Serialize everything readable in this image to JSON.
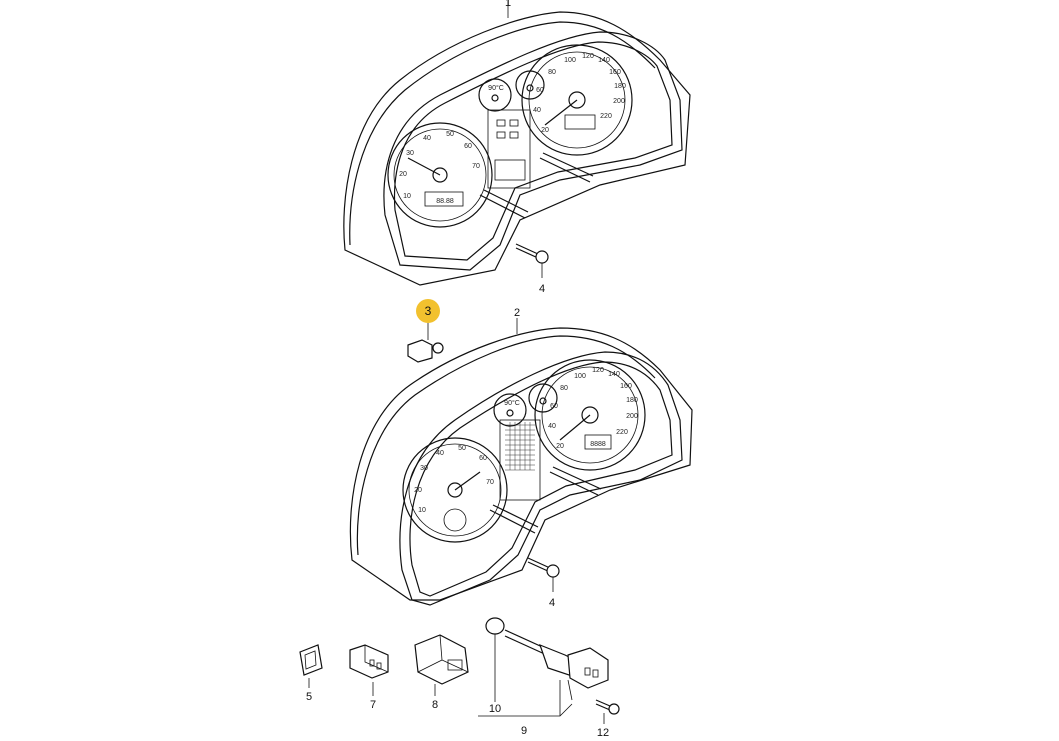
{
  "callouts": {
    "c1": "1",
    "c2": "2",
    "c3": "3",
    "c4a": "4",
    "c4b": "4",
    "c5": "5",
    "c7": "7",
    "c8": "8",
    "c9": "9",
    "c10": "10",
    "c12": "12"
  },
  "highlight_color": "#f2c12e",
  "highlighted_callout": "3",
  "gauge_top": {
    "left_ticks": [
      "10",
      "20",
      "30",
      "40",
      "50",
      "60",
      "70"
    ],
    "right_ticks": [
      "20",
      "40",
      "60",
      "80",
      "100",
      "120",
      "140",
      "160",
      "180",
      "200",
      "220"
    ],
    "odometer": "88.88",
    "temp_label": "90°C"
  },
  "gauge_bottom": {
    "left_ticks": [
      "10",
      "20",
      "30",
      "40",
      "50",
      "60",
      "70"
    ],
    "right_ticks": [
      "20",
      "40",
      "60",
      "80",
      "100",
      "120",
      "140",
      "160",
      "180",
      "200",
      "220"
    ],
    "odometer": "8888",
    "temp_label": "90°C"
  }
}
